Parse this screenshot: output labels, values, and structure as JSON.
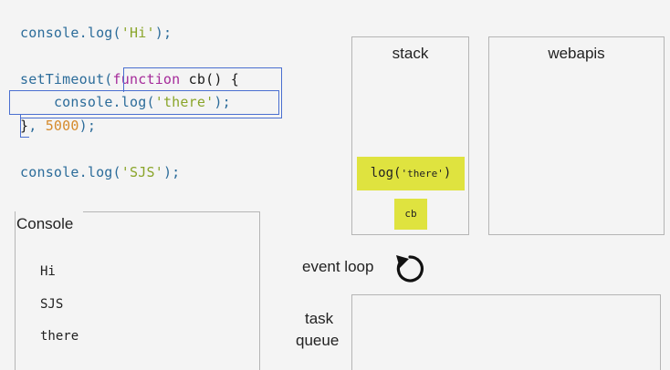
{
  "code": {
    "line1": {
      "prefix": "console.log(",
      "string": "'Hi'",
      "suffix": ");"
    },
    "line2": {
      "prefix": "setTimeout(",
      "keyword": "function",
      "middle": " cb() {"
    },
    "line3": {
      "indent": "    ",
      "prefix": "console.log(",
      "string": "'there'",
      "suffix": ");"
    },
    "line4": {
      "prefix": "}",
      "comma": ", ",
      "number": "5000",
      "suffix": ");"
    },
    "line5": {
      "prefix": "console.log(",
      "string": "'SJS'",
      "suffix": ");"
    }
  },
  "stack": {
    "title": "stack",
    "frames": [
      {
        "text_main": "log(",
        "text_arg": "'there'",
        "text_close": ")"
      },
      {
        "text_main": "cb"
      }
    ]
  },
  "webapis": {
    "title": "webapis"
  },
  "console": {
    "title": "Console",
    "lines": [
      "Hi",
      "SJS",
      "there"
    ]
  },
  "event_loop": {
    "label": "event loop",
    "icon": "refresh-loop-icon"
  },
  "task_queue": {
    "label_line1": "task",
    "label_line2": "queue"
  },
  "colors": {
    "background": "#f4f4f4",
    "highlight_box": "#4a6fd0",
    "stack_frame": "#dfe33f",
    "code_identifier": "#2c6c9a",
    "code_string": "#8aa52a",
    "code_keyword": "#a52a9a",
    "code_number": "#d58a2c"
  }
}
